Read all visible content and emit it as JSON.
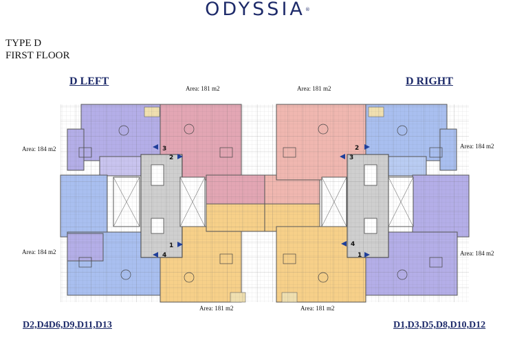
{
  "brand": {
    "name": "ODYSSIA",
    "reg_mark": "®"
  },
  "heading": {
    "type_line": "TYPE D",
    "floor_line": "FIRST FLOOR"
  },
  "left_block": {
    "title": "D LEFT",
    "areas": {
      "top": "Area: 181 m2",
      "upper_side": "Area: 184 m2",
      "lower_side": "Area: 184 m2",
      "bottom": "Area: 181 m2"
    },
    "unit_list": "D2,D4D6,D9,D11,D13"
  },
  "right_block": {
    "title": "D RIGHT",
    "areas": {
      "top": "Area: 181 m2",
      "upper_side": "Area: 184 m2",
      "lower_side": "Area: 184 m2",
      "bottom": "Area: 181 m2"
    },
    "unit_list": "D1,D3,D5,D8,D10,D12"
  },
  "apartment_markers": [
    "1",
    "2",
    "3",
    "4"
  ],
  "colors": {
    "brand": "#1e2b6a",
    "unit_pink": "#e3a6b4",
    "unit_purple": "#b4aee8",
    "unit_blue": "#a9bff0",
    "unit_orange": "#f7d089",
    "unit_salmon": "#f0b7b0",
    "core_grey": "#cfcfcf",
    "arrow_blue": "#1f3f9a"
  }
}
